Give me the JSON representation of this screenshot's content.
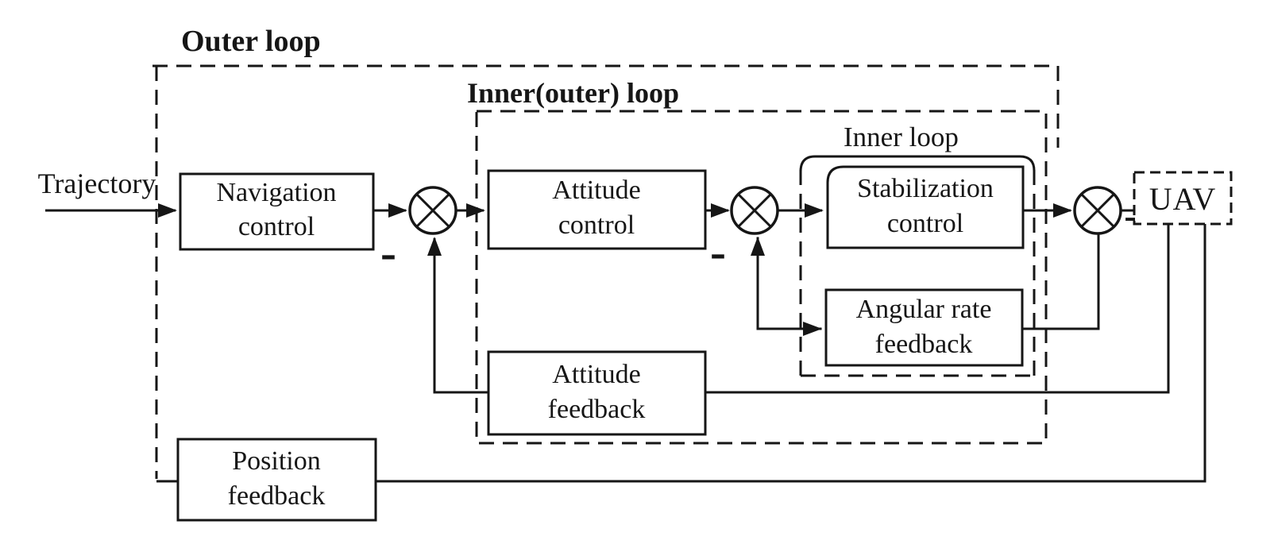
{
  "diagram": {
    "loops": {
      "outer_label": "Outer loop",
      "inner_outer_label": "Inner(outer) loop",
      "inner_label": "Inner loop"
    },
    "input_label": "Trajectory",
    "blocks": {
      "navigation_control": {
        "line1": "Navigation",
        "line2": "control"
      },
      "attitude_control": {
        "line1": "Attitude",
        "line2": "control"
      },
      "stabilization_control": {
        "line1": "Stabilization",
        "line2": "control"
      },
      "angular_rate_feedback": {
        "line1": "Angular rate",
        "line2": "feedback"
      },
      "attitude_feedback": {
        "line1": "Attitude",
        "line2": "feedback"
      },
      "position_feedback": {
        "line1": "Position",
        "line2": "feedback"
      },
      "uav": {
        "label": "UAV"
      }
    },
    "junctions": {
      "j1": {
        "sign": "-"
      },
      "j2": {
        "sign": "-"
      },
      "j3": {
        "sign": "-"
      }
    },
    "colors": {
      "ink": "#161616",
      "background": "#ffffff"
    }
  }
}
